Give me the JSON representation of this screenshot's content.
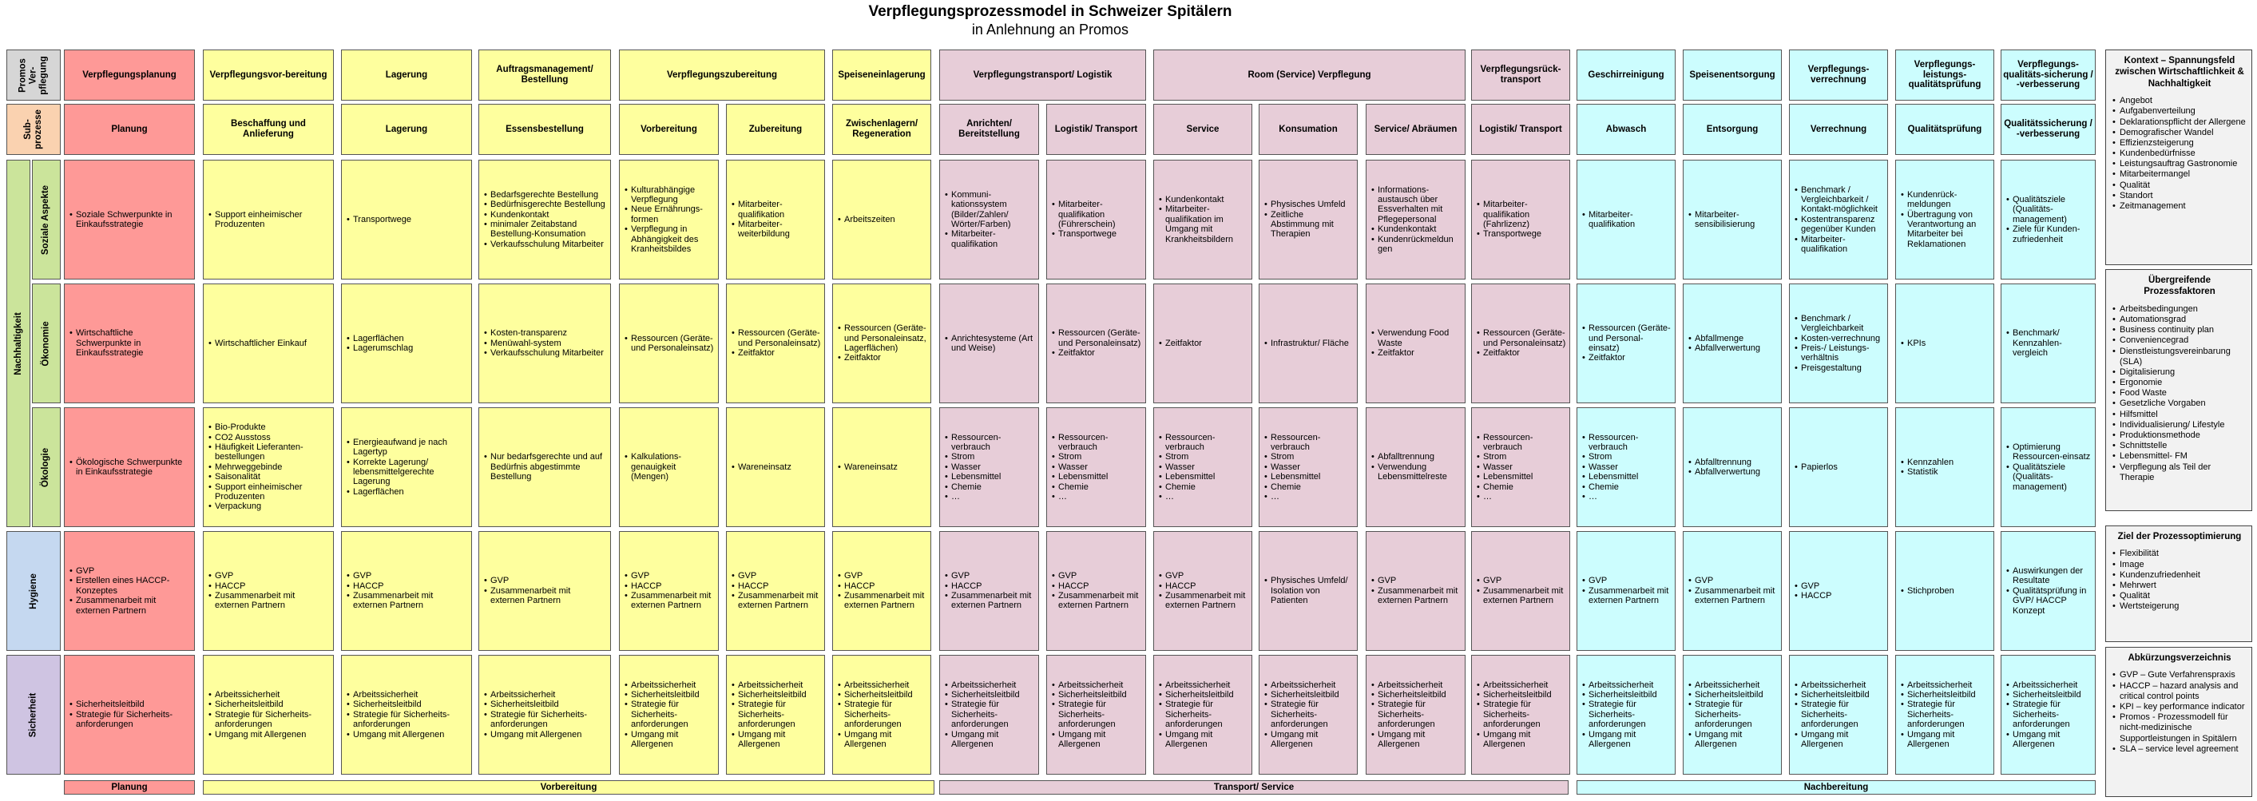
{
  "title": "Verpflegungsprozessmodel in Schweizer Spitälern",
  "subtitle": "in Anlehnung an Promos",
  "row_labels": {
    "promos": "Promos Ver-pflegung",
    "sub": "Sub-prozesse",
    "nachhaltigkeit": "Nachhaltigkeit",
    "soziale": "Soziale Aspekte",
    "oekonomie": "Ökonomie",
    "oekologie": "Ökologie",
    "hygiene": "Hygiene",
    "sicherheit": "Sicherheit"
  },
  "promos": [
    "Verpflegungsplanung",
    "Verpflegungsvor-bereitung",
    "Lagerung",
    "Auftragsmanagement/ Bestellung",
    "Verpflegungszubereitung",
    "Speiseneinlagerung",
    "Verpflegungstransport/ Logistik",
    "Room (Service) Verpflegung",
    "Verpflegungsrück-transport",
    "Geschirreinigung",
    "Speisenentsorgung",
    "Verpflegungs-verrechnung",
    "Verpflegungs-leistungs-qualitätsprüfung",
    "Verpflegungs-qualitäts-sicherung / -verbesserung"
  ],
  "sub": [
    "Planung",
    "Beschaffung und Anlieferung",
    "Lagerung",
    "Essensbestellung",
    "Vorbereitung",
    "Zubereitung",
    "Zwischenlagern/ Regeneration",
    "Anrichten/ Bereitstellung",
    "Logistik/ Transport",
    "Service",
    "Konsumation",
    "Service/ Abräumen",
    "Logistik/ Transport",
    "Abwasch",
    "Entsorgung",
    "Verrechnung",
    "Qualitätsprüfung",
    "Qualitätssicherung / -verbesserung"
  ],
  "rows": {
    "soziale": [
      [
        "Soziale Schwerpunkte in Einkaufsstrategie"
      ],
      [
        "Support einheimischer Produzenten"
      ],
      [
        "Transportwege"
      ],
      [
        "Bedarfsgerechte Bestellung",
        "Bedürfnisgerechte Bestellung",
        "Kundenkontakt",
        "minimaler Zeitabstand Bestellung-Konsumation",
        "Verkaufsschulung Mitarbeiter"
      ],
      [
        "Kulturabhängige Verpflegung",
        "Neue Ernährungs-formen",
        "Verpflegung in Abhängigkeit des Kranheitsbildes"
      ],
      [
        "Mitarbeiter-qualifikation",
        "Mitarbeiter-weiterbildung"
      ],
      [
        "Arbeitszeiten"
      ],
      [
        "Kommuni-kationssystem (Bilder/Zahlen/ Wörter/Farben)",
        "Mitarbeiter-qualifikation"
      ],
      [
        "Mitarbeiter-qualifikation (Führerschein)",
        "Transportwege"
      ],
      [
        "Kundenkontakt",
        "Mitarbeiter-qualifikation im Umgang mit Krankheitsbildern"
      ],
      [
        "Physisches Umfeld",
        "Zeitliche Abstimmung mit Therapien"
      ],
      [
        "Informations-austausch über Essverhalten mit Pflegepersonal",
        "Kundenkontakt",
        "Kundenrückmeldun gen"
      ],
      [
        "Mitarbeiter-qualifikation (Fahrlizenz)",
        "Transportwege"
      ],
      [
        "Mitarbeiter-qualifikation"
      ],
      [
        "Mitarbeiter-sensibilisierung"
      ],
      [
        "Benchmark / Vergleichbarkeit / Kontakt-möglichkeit",
        "Kostentransparenz gegenüber Kunden",
        "Mitarbeiter-qualifikation"
      ],
      [
        "Kundenrück-meldungen",
        "Übertragung von Verantwortung an Mitarbeiter bei Reklamationen"
      ],
      [
        "Qualitätsziele (Qualitäts-management)",
        "Ziele für Kunden-zufriedenheit"
      ]
    ],
    "oekonomie": [
      [
        "Wirtschaftliche Schwerpunkte in Einkaufsstrategie"
      ],
      [
        "Wirtschaftlicher Einkauf"
      ],
      [
        "Lagerflächen",
        "Lagerumschlag"
      ],
      [
        "Kosten-transparenz",
        "Menüwahl-system",
        "Verkaufsschulung Mitarbeiter"
      ],
      [
        "Ressourcen (Geräte- und Personaleinsatz)"
      ],
      [
        "Ressourcen (Geräte- und Personaleinsatz)",
        "Zeitfaktor"
      ],
      [
        "Ressourcen (Geräte- und Personaleinsatz, Lagerflächen)",
        "Zeitfaktor"
      ],
      [
        "Anrichtesysteme (Art und Weise)"
      ],
      [
        "Ressourcen (Geräte- und Personaleinsatz)",
        "Zeitfaktor"
      ],
      [
        "Zeitfaktor"
      ],
      [
        "Infrastruktur/ Fläche"
      ],
      [
        "Verwendung Food Waste",
        "Zeitfaktor"
      ],
      [
        "Ressourcen (Geräte- und Personaleinsatz)",
        "Zeitfaktor"
      ],
      [
        "Ressourcen (Geräte- und Personal-einsatz)",
        "Zeitfaktor"
      ],
      [
        "Abfallmenge",
        "Abfallverwertung"
      ],
      [
        "Benchmark / Vergleichbarkeit",
        "Kosten-verrechnung",
        "Preis-/ Leistungs-verhältnis",
        "Preisgestaltung"
      ],
      [
        "KPIs"
      ],
      [
        "Benchmark/ Kennzahlen-vergleich"
      ]
    ],
    "oekologie": [
      [
        "Ökologische Schwerpunkte in Einkaufsstrategie"
      ],
      [
        "Bio-Produkte",
        "CO2 Ausstoss",
        "Häufigkeit Lieferanten-bestellungen",
        "Mehrweggebinde",
        "Saisonalität",
        "Support einheimischer Produzenten",
        "Verpackung"
      ],
      [
        "Energieaufwand je nach Lagertyp",
        "Korrekte Lagerung/ lebensmittelgerechte Lagerung",
        "Lagerflächen"
      ],
      [
        "Nur bedarfsgerechte und auf Bedürfnis abgestimmte Bestellung"
      ],
      [
        "Kalkulations-genauigkeit (Mengen)"
      ],
      [
        "Wareneinsatz"
      ],
      [
        "Wareneinsatz"
      ],
      [
        "Ressourcen-verbrauch",
        "Strom",
        "Wasser",
        "Lebensmittel",
        "Chemie",
        "…"
      ],
      [
        "Ressourcen-verbrauch",
        "Strom",
        "Wasser",
        "Lebensmittel",
        "Chemie",
        "…"
      ],
      [
        "Ressourcen-verbrauch",
        "Strom",
        "Wasser",
        "Lebensmittel",
        "Chemie",
        "…"
      ],
      [
        "Ressourcen-verbrauch",
        "Strom",
        "Wasser",
        "Lebensmittel",
        "Chemie",
        "…"
      ],
      [
        "Abfalltrennung",
        "Verwendung Lebensmittelreste"
      ],
      [
        "Ressourcen-verbrauch",
        "Strom",
        "Wasser",
        "Lebensmittel",
        "Chemie",
        "…"
      ],
      [
        "Ressourcen-verbrauch",
        "Strom",
        "Wasser",
        "Lebensmittel",
        "Chemie",
        "…"
      ],
      [
        "Abfalltrennung",
        "Abfallverwertung"
      ],
      [
        "Papierlos"
      ],
      [
        "Kennzahlen",
        "Statistik"
      ],
      [
        "Optimierung Ressourcen-einsatz",
        "Qualitätsziele (Qualitäts-management)"
      ]
    ],
    "hygiene": [
      [
        "GVP",
        "Erstellen eines HACCP-Konzeptes",
        "Zusammenarbeit mit externen Partnern"
      ],
      [
        "GVP",
        "HACCP",
        "Zusammenarbeit mit externen Partnern"
      ],
      [
        "GVP",
        "HACCP",
        "Zusammenarbeit mit externen Partnern"
      ],
      [
        "GVP",
        "Zusammenarbeit mit externen Partnern"
      ],
      [
        "GVP",
        "HACCP",
        "Zusammenarbeit mit externen Partnern"
      ],
      [
        "GVP",
        "HACCP",
        "Zusammenarbeit mit externen Partnern"
      ],
      [
        "GVP",
        "HACCP",
        "Zusammenarbeit mit externen Partnern"
      ],
      [
        "GVP",
        "HACCP",
        "Zusammenarbeit mit externen Partnern"
      ],
      [
        "GVP",
        "HACCP",
        "Zusammenarbeit mit externen Partnern"
      ],
      [
        "GVP",
        "HACCP",
        "Zusammenarbeit mit externen Partnern"
      ],
      [
        "Physisches Umfeld/ Isolation von Patienten"
      ],
      [
        "GVP",
        "Zusammenarbeit mit externen Partnern"
      ],
      [
        "GVP",
        "Zusammenarbeit mit externen Partnern"
      ],
      [
        "GVP",
        "Zusammenarbeit mit externen Partnern"
      ],
      [
        "GVP",
        "Zusammenarbeit mit externen Partnern"
      ],
      [
        "GVP",
        "HACCP"
      ],
      [
        "Stichproben"
      ],
      [
        "Auswirkungen der Resultate",
        "Qualitätsprüfung in GVP/ HACCP Konzept"
      ]
    ],
    "sicherheit": [
      [
        "Sicherheitsleitbild",
        "Strategie für Sicherheits-anforderungen"
      ],
      [
        "Arbeitssicherheit",
        "Sicherheitsleitbild",
        "Strategie für Sicherheits-anforderungen",
        "Umgang mit Allergenen"
      ],
      [
        "Arbeitssicherheit",
        "Sicherheitsleitbild",
        "Strategie für Sicherheits-anforderungen",
        "Umgang mit Allergenen"
      ],
      [
        "Arbeitssicherheit",
        "Sicherheitsleitbild",
        "Strategie für Sicherheits-anforderungen",
        "Umgang mit Allergenen"
      ],
      [
        "Arbeitssicherheit",
        "Sicherheitsleitbild",
        "Strategie für Sicherheits-anforderungen",
        "Umgang mit Allergenen"
      ],
      [
        "Arbeitssicherheit",
        "Sicherheitsleitbild",
        "Strategie für Sicherheits-anforderungen",
        "Umgang mit Allergenen"
      ],
      [
        "Arbeitssicherheit",
        "Sicherheitsleitbild",
        "Strategie für Sicherheits-anforderungen",
        "Umgang mit Allergenen"
      ],
      [
        "Arbeitssicherheit",
        "Sicherheitsleitbild",
        "Strategie für Sicherheits-anforderungen",
        "Umgang mit Allergenen"
      ],
      [
        "Arbeitssicherheit",
        "Sicherheitsleitbild",
        "Strategie für Sicherheits-anforderungen",
        "Umgang mit Allergenen"
      ],
      [
        "Arbeitssicherheit",
        "Sicherheitsleitbild",
        "Strategie für Sicherheits-anforderungen",
        "Umgang mit Allergenen"
      ],
      [
        "Arbeitssicherheit",
        "Sicherheitsleitbild",
        "Strategie für Sicherheits-anforderungen",
        "Umgang mit Allergenen"
      ],
      [
        "Arbeitssicherheit",
        "Sicherheitsleitbild",
        "Strategie für Sicherheits-anforderungen",
        "Umgang mit Allergenen"
      ],
      [
        "Arbeitssicherheit",
        "Sicherheitsleitbild",
        "Strategie für Sicherheits-anforderungen",
        "Umgang mit Allergenen"
      ],
      [
        "Arbeitssicherheit",
        "Sicherheitsleitbild",
        "Strategie für Sicherheits-anforderungen",
        "Umgang mit Allergenen"
      ],
      [
        "Arbeitssicherheit",
        "Sicherheitsleitbild",
        "Strategie für Sicherheits-anforderungen",
        "Umgang mit Allergenen"
      ],
      [
        "Arbeitssicherheit",
        "Sicherheitsleitbild",
        "Strategie für Sicherheits-anforderungen",
        "Umgang mit Allergenen"
      ],
      [
        "Arbeitssicherheit",
        "Sicherheitsleitbild",
        "Strategie für Sicherheits-anforderungen",
        "Umgang mit Allergenen"
      ],
      [
        "Arbeitssicherheit",
        "Sicherheitsleitbild",
        "Strategie für Sicherheits-anforderungen",
        "Umgang mit Allergenen"
      ]
    ]
  },
  "phases": [
    "Planung",
    "Vorbereitung",
    "Transport/ Service",
    "Nachbereitung"
  ],
  "sidebar": [
    {
      "title": "Kontext – Spannungsfeld zwischen Wirtschaftlichkeit & Nachhaltigkeit",
      "items": [
        "Angebot",
        "Aufgabenverteilung",
        "Deklarationspflicht der Allergene",
        "Demografischer Wandel",
        "Effizienzsteigerung",
        "Kundenbedürfnisse",
        "Leistungsauftrag Gastronomie",
        "Mitarbeitermangel",
        "Qualität",
        "Standort",
        "Zeitmanagement"
      ]
    },
    {
      "title": "Übergreifende Prozessfaktoren",
      "items": [
        "Arbeitsbedingungen",
        "Automationsgrad",
        "Business continuity plan",
        "Conveniencegrad",
        "Dienstleistungsvereinbarung (SLA)",
        "Digitalisierung",
        "Ergonomie",
        "Food Waste",
        "Gesetzliche Vorgaben",
        "Hilfsmittel",
        "Individualisierung/ Lifestyle",
        "Produktionsmethode",
        "Schnittstelle",
        "Lebensmittel- FM",
        "Verpflegung als Teil der Therapie"
      ]
    },
    {
      "title": "Ziel der Prozessoptimierung",
      "items": [
        "Flexibilität",
        "Image",
        "Kundenzufriedenheit",
        "Mehrwert",
        "Qualität",
        "Wertsteigerung"
      ]
    },
    {
      "title": "Abkürzungsverzeichnis",
      "items": [
        "GVP – Gute Verfahrenspraxis",
        "HACCP – hazard analysis and critical control points",
        "KPI – key performance indicator",
        "Promos - Prozessmodell für nicht-medizinische Supportleistungen in Spitälern",
        "SLA – service level agreement"
      ]
    }
  ],
  "colors": {
    "planung": "#fe9997",
    "vorbereitung": "#feff9e",
    "transport": "#e7cdd8",
    "nachbereitung": "#ccfdfe",
    "nachhaltigkeit": "#cbe49b",
    "hygiene": "#c5d8f0",
    "sicherheit": "#cfc4e2",
    "sub": "#fad2b0",
    "promos": "#d6d6d6"
  }
}
